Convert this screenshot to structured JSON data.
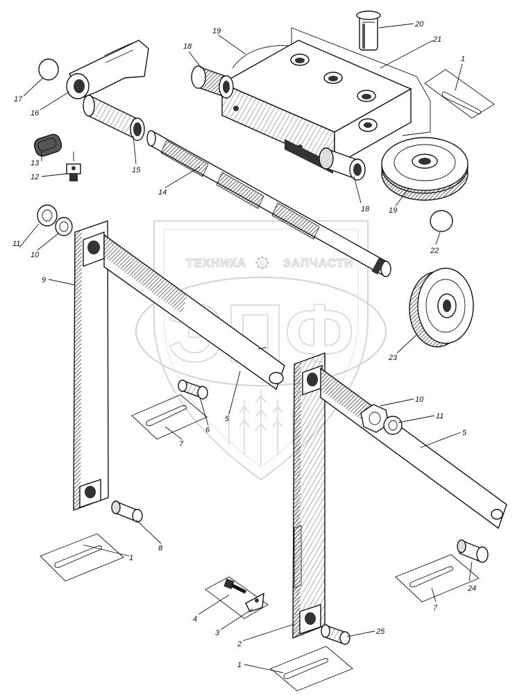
{
  "watermark": {
    "top_text_left": "ТЕХНИКА",
    "top_text_right": "ЗАПЧАСТИ",
    "big_text": "ЭПФ",
    "icon": "gear-icon"
  },
  "part_labels": {
    "p1a": "1",
    "p1b": "1",
    "p1c": "1",
    "p2": "2",
    "p3": "3",
    "p4": "4",
    "p5a": "5",
    "p5b": "5",
    "p6": "6",
    "p7a": "7",
    "p7b": "7",
    "p8": "8",
    "p9": "9",
    "p10a": "10",
    "p10b": "10",
    "p11a": "11",
    "p11b": "11",
    "p12": "12",
    "p13": "13",
    "p14": "14",
    "p15": "15",
    "p16": "16",
    "p17": "17",
    "p18a": "18",
    "p18b": "18",
    "p19a": "19",
    "p19b": "19",
    "p20": "20",
    "p21": "21",
    "p22": "22",
    "p23": "23",
    "p24": "24",
    "p25": "25"
  },
  "colors": {
    "ink": "#111111",
    "watermark": "#cfcfcf"
  }
}
